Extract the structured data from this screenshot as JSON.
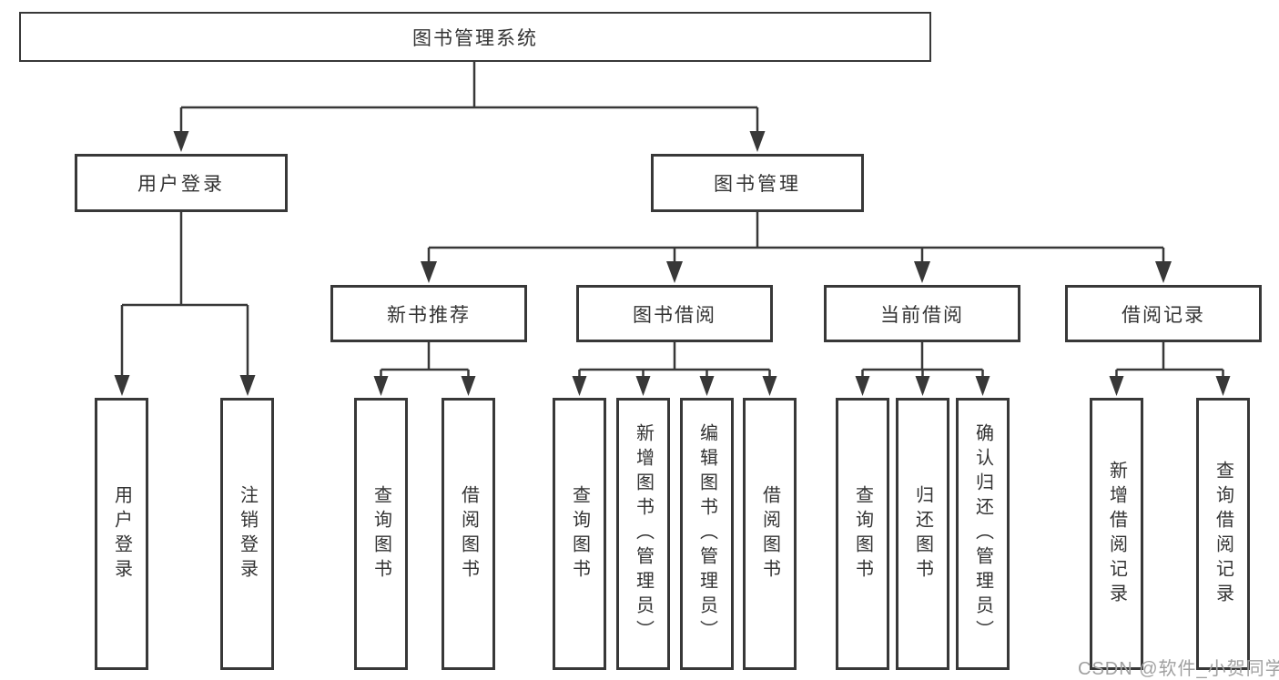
{
  "diagram": {
    "root": {
      "label": "图书管理系统"
    },
    "level1": [
      {
        "id": "user-login",
        "label": "用户登录"
      },
      {
        "id": "book-management",
        "label": "图书管理"
      }
    ],
    "level2": [
      {
        "id": "new-book-recommend",
        "label": "新书推荐"
      },
      {
        "id": "book-borrow",
        "label": "图书借阅"
      },
      {
        "id": "current-borrow",
        "label": "当前借阅"
      },
      {
        "id": "borrow-records",
        "label": "借阅记录"
      }
    ],
    "leaves": [
      {
        "parent": "用户登录",
        "label": "用户登录"
      },
      {
        "parent": "用户登录",
        "label": "注销登录"
      },
      {
        "parent": "新书推荐",
        "label": "查询图书"
      },
      {
        "parent": "新书推荐",
        "label": "借阅图书"
      },
      {
        "parent": "图书借阅",
        "label": "查询图书"
      },
      {
        "parent": "图书借阅",
        "label": "新增图书（管理员）"
      },
      {
        "parent": "图书借阅",
        "label": "编辑图书（管理员）"
      },
      {
        "parent": "图书借阅",
        "label": "借阅图书"
      },
      {
        "parent": "当前借阅",
        "label": "查询图书"
      },
      {
        "parent": "当前借阅",
        "label": "归还图书"
      },
      {
        "parent": "当前借阅",
        "label": "确认归还（管理员）"
      },
      {
        "parent": "借阅记录",
        "label": "新增借阅记录"
      },
      {
        "parent": "借阅记录",
        "label": "查询借阅记录"
      }
    ]
  },
  "watermark": {
    "text": "CSDN @软件_小贺同学"
  },
  "colors": {
    "line": "#383838",
    "text": "#333333",
    "watermark": "#a0a0a0",
    "background": "#ffffff"
  }
}
